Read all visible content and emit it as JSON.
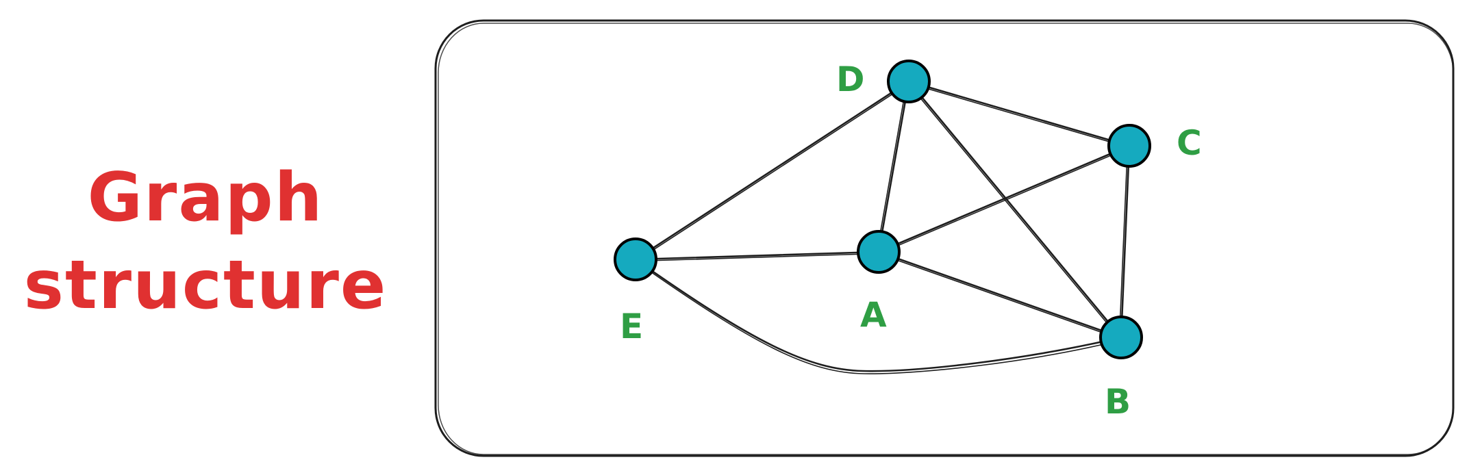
{
  "title": {
    "line1": "Graph",
    "line2": "structure",
    "color": "#e03131"
  },
  "graph": {
    "node_fill": "#15aabf",
    "node_stroke": "#000000",
    "label_color": "#2f9e44",
    "nodes": [
      {
        "id": "D",
        "label": "D"
      },
      {
        "id": "C",
        "label": "C"
      },
      {
        "id": "E",
        "label": "E"
      },
      {
        "id": "A",
        "label": "A"
      },
      {
        "id": "B",
        "label": "B"
      }
    ],
    "edges": [
      {
        "from": "E",
        "to": "D"
      },
      {
        "from": "D",
        "to": "C"
      },
      {
        "from": "D",
        "to": "A"
      },
      {
        "from": "D",
        "to": "B"
      },
      {
        "from": "E",
        "to": "A"
      },
      {
        "from": "A",
        "to": "C"
      },
      {
        "from": "A",
        "to": "B"
      },
      {
        "from": "C",
        "to": "B"
      },
      {
        "from": "E",
        "to": "B"
      }
    ]
  }
}
